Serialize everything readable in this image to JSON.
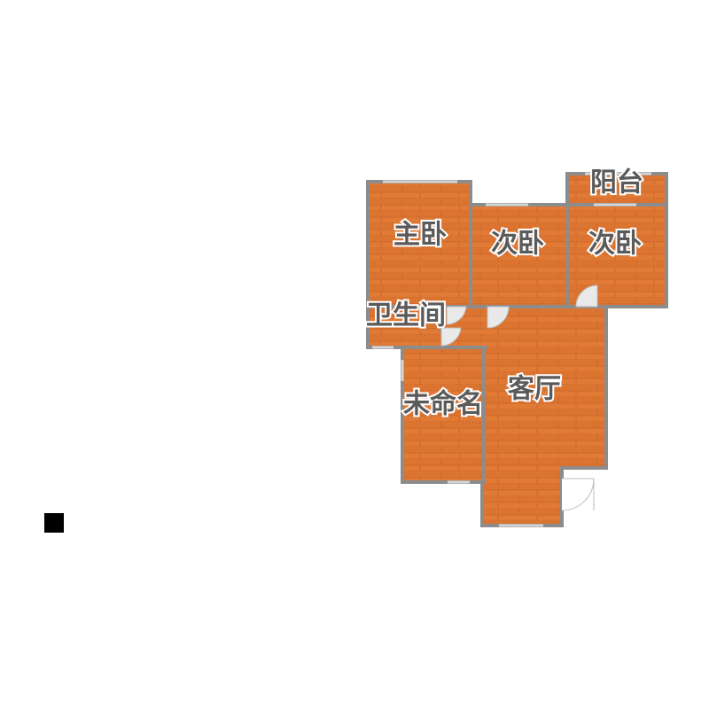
{
  "floor_plan": {
    "rooms": {
      "master_bedroom": "主卧",
      "second_bedroom_left": "次卧",
      "second_bedroom_right": "次卧",
      "balcony": "阳台",
      "bathroom": "卫生间",
      "unnamed_room": "未命名",
      "living_room": "客厅"
    },
    "colors": {
      "floor_wood": "#e07a35",
      "floor_wood_dark": "#c9632a",
      "wall": "#8c8c8c",
      "window": "#d6d6d6",
      "label_text": "#5a5a5a",
      "marker": "#000000"
    }
  }
}
